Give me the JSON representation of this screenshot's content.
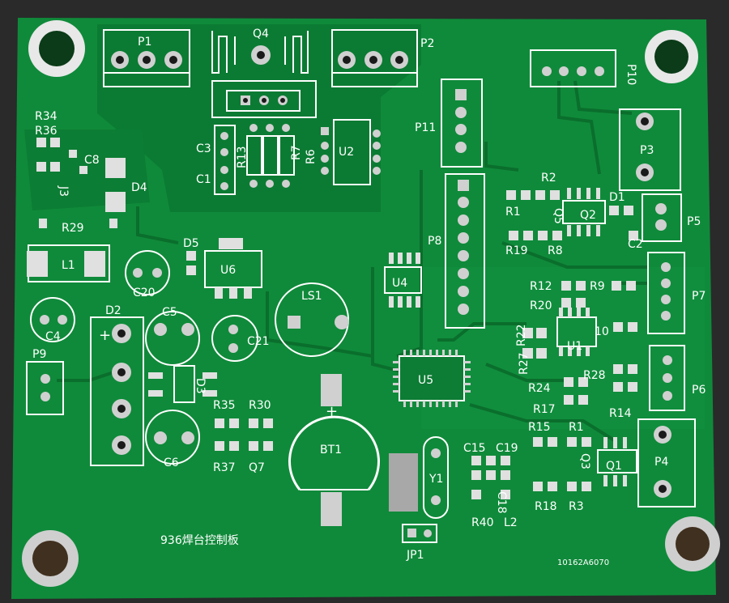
{
  "board": {
    "title": "936焊台控制板",
    "serial": "10162A6070",
    "colors": {
      "substrate": "#0f8a3a",
      "copper_pour": "#0c7a32",
      "silkscreen": "#ffffff",
      "pad": "#c9c9c9",
      "hole": "#1a1a1a",
      "background": "#2a2a2a"
    }
  },
  "labels": {
    "P1": "P1",
    "P2": "P2",
    "Q4": "Q4",
    "P10": "P10",
    "P11": "P11",
    "R34": "R34",
    "R36": "R36",
    "C8": "C8",
    "D4": "D4",
    "J3": "J3",
    "R29": "R29",
    "L1": "L1",
    "C3": "C3",
    "C1": "C1",
    "R13": "R13",
    "R7": "R7",
    "R6": "R6",
    "U2": "U2",
    "P3": "P3",
    "R2": "R2",
    "D1": "D1",
    "R1_top": "R1",
    "Q5": "Q5",
    "Q2": "Q2",
    "P5": "P5",
    "C2": "C2",
    "R19": "R19",
    "R8": "R8",
    "P8": "P8",
    "D5": "D5",
    "U6": "U6",
    "C20": "C20",
    "U4": "U4",
    "LS1": "LS1",
    "R12": "R12",
    "R9": "R9",
    "R20": "R20",
    "P7": "P7",
    "C4": "C4",
    "D2": "D2",
    "C5": "C5",
    "C21": "C21",
    "R22": "R22",
    "R27": "R27",
    "U1": "U1",
    "C10": "10",
    "P9": "P9",
    "U5": "U5",
    "R24": "R24",
    "R28": "R28",
    "P6": "P6",
    "D3": "D3",
    "R17": "R17",
    "R14": "R14",
    "R35": "R35",
    "R30": "R30",
    "BT1": "BT1",
    "R15": "R15",
    "R1_bottom": "R1",
    "C15": "C15",
    "C19": "C19",
    "Q3": "Q3",
    "Q1": "Q1",
    "P4": "P4",
    "C6": "C6",
    "R37": "R37",
    "Q7": "Q7",
    "Y1": "Y1",
    "C18": "C18",
    "R18": "R18",
    "R3": "R3",
    "R40": "R40",
    "L2": "L2",
    "JP1": "JP1",
    "plus": "+"
  }
}
